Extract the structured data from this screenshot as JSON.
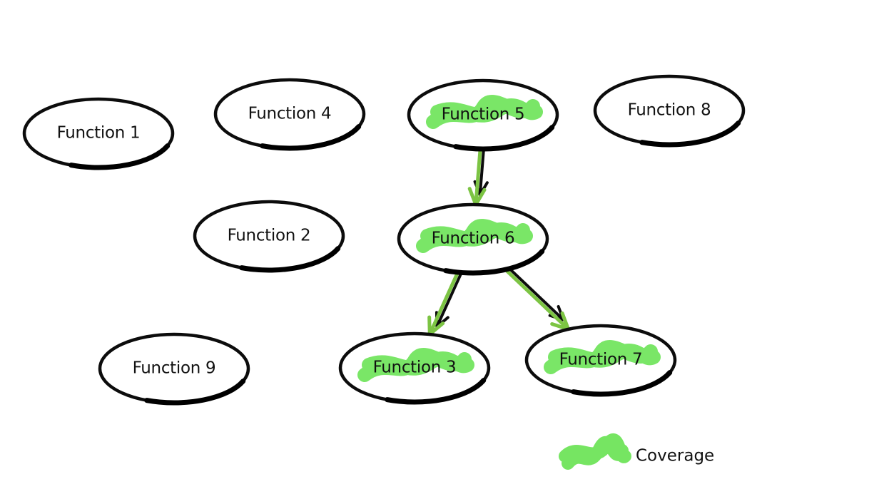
{
  "colors": {
    "coverage": "#6fe45a",
    "coverage_arrow": "#7cc443",
    "outline": "#0c0c0c"
  },
  "nodes": [
    {
      "id": "f1",
      "label": "Function 1",
      "covered": false
    },
    {
      "id": "f4",
      "label": "Function 4",
      "covered": false
    },
    {
      "id": "f5",
      "label": "Function 5",
      "covered": true
    },
    {
      "id": "f8",
      "label": "Function 8",
      "covered": false
    },
    {
      "id": "f2",
      "label": "Function 2",
      "covered": false
    },
    {
      "id": "f6",
      "label": "Function 6",
      "covered": true
    },
    {
      "id": "f9",
      "label": "Function 9",
      "covered": false
    },
    {
      "id": "f3",
      "label": "Function 3",
      "covered": true
    },
    {
      "id": "f7",
      "label": "Function 7",
      "covered": true
    }
  ],
  "edges": [
    {
      "from": "f5",
      "to": "f6",
      "covered": true
    },
    {
      "from": "f6",
      "to": "f3",
      "covered": true
    },
    {
      "from": "f6",
      "to": "f7",
      "covered": true
    }
  ],
  "legend": {
    "label": "Coverage"
  }
}
